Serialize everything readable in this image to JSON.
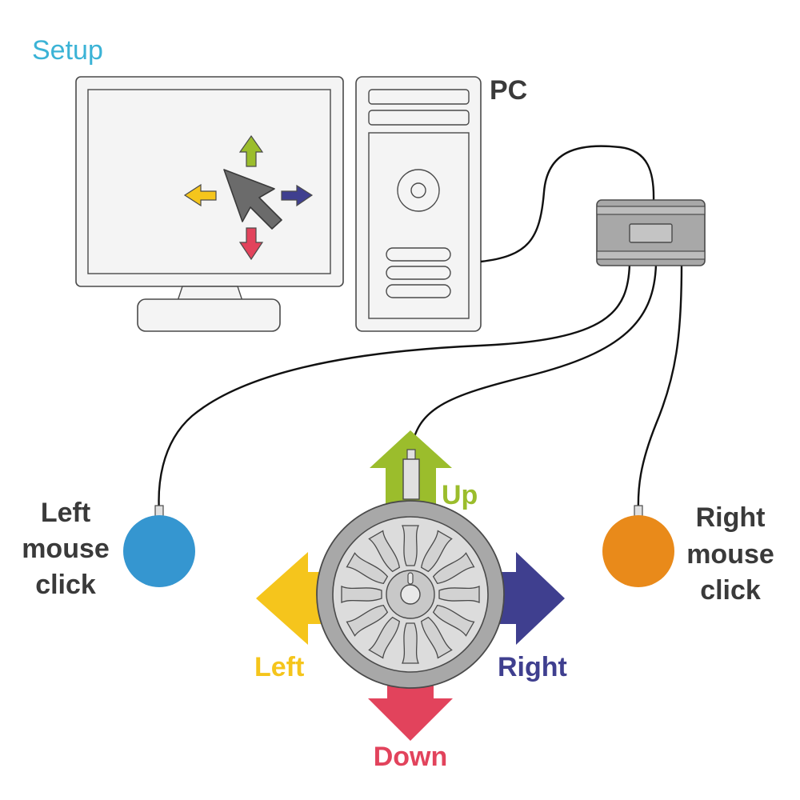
{
  "title": "Setup",
  "pc_label": "PC",
  "directions": {
    "up": "Up",
    "down": "Down",
    "left": "Left",
    "right": "Right"
  },
  "left_click": {
    "line1": "Left",
    "line2": "mouse",
    "line3": "click"
  },
  "right_click": {
    "line1": "Right",
    "line2": "mouse",
    "line3": "click"
  },
  "colors": {
    "title": "#3bb3d6",
    "text": "#3a3a3a",
    "up": "#9bbd2c",
    "down": "#e2435c",
    "left": "#f5c51c",
    "right": "#3f3f8f",
    "left_button": "#3596d0",
    "right_button": "#e98a1a",
    "device_body": "#a8a8a8",
    "outline": "#4a4a4a",
    "panel": "#f4f4f4"
  }
}
